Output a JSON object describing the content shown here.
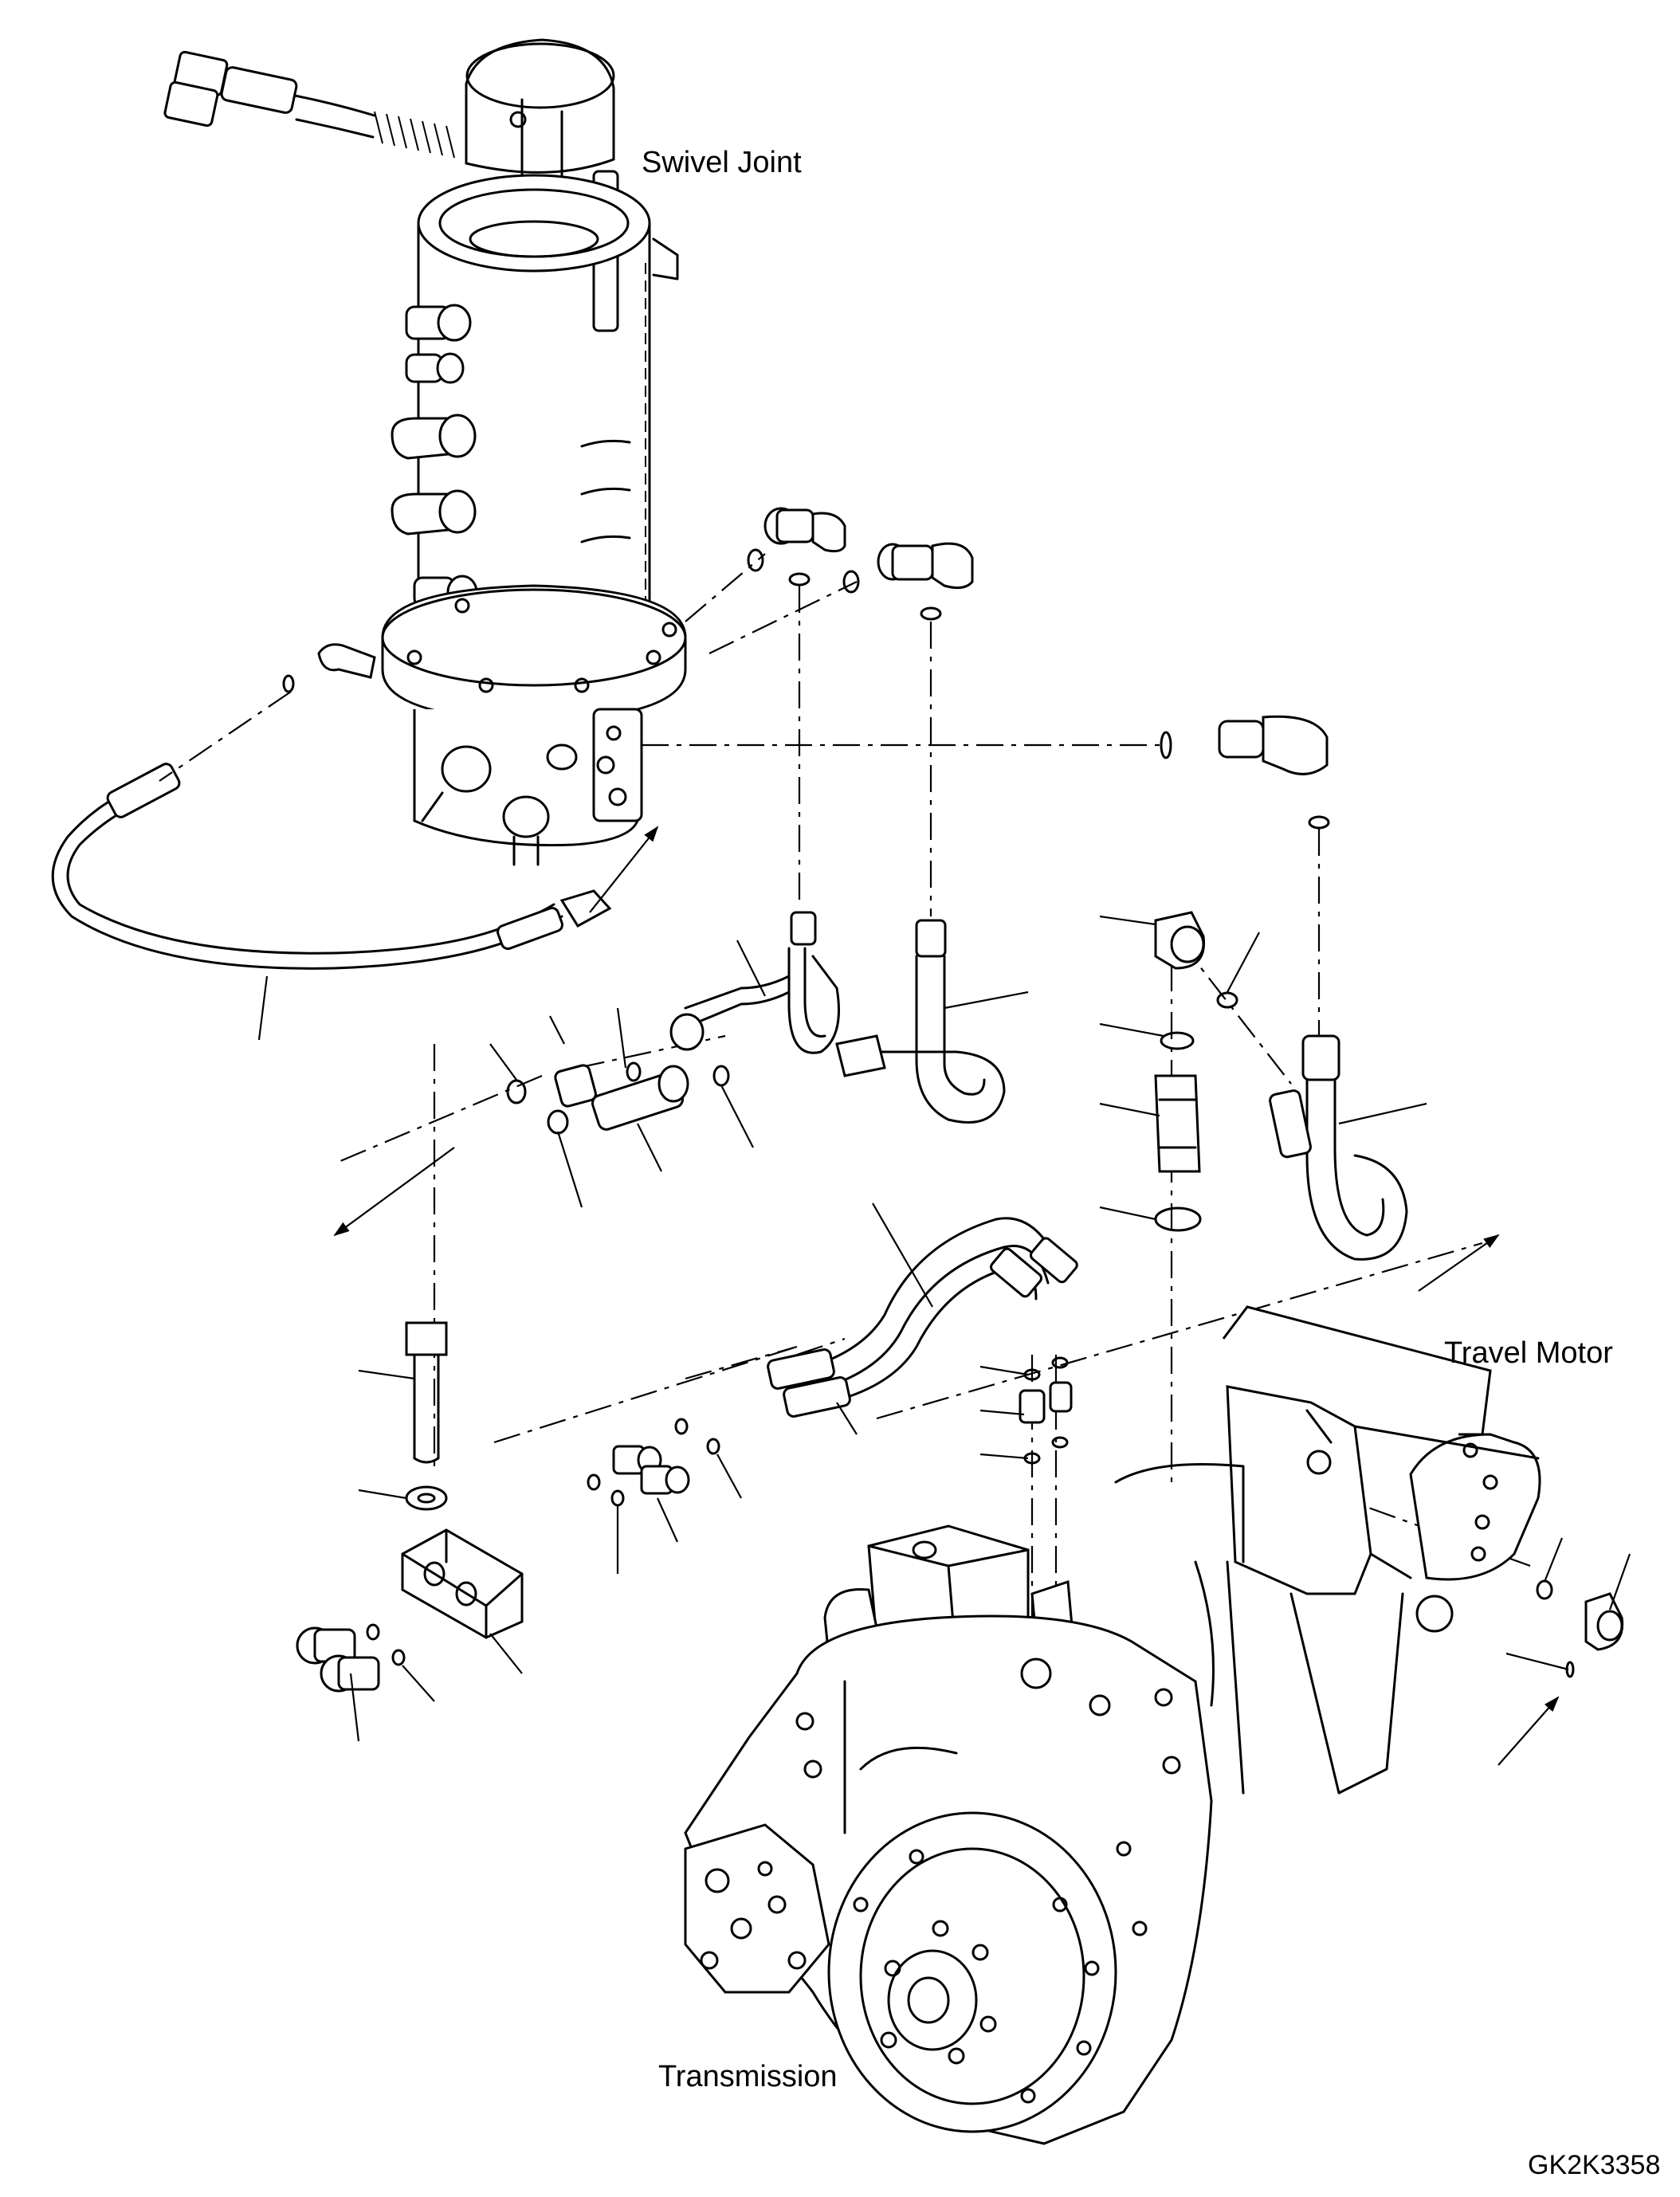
{
  "labels": {
    "swivel_joint": "Swivel Joint",
    "travel_motor": "Travel Motor",
    "transmission": "Transmission",
    "drawing_id": "GK2K3358"
  }
}
